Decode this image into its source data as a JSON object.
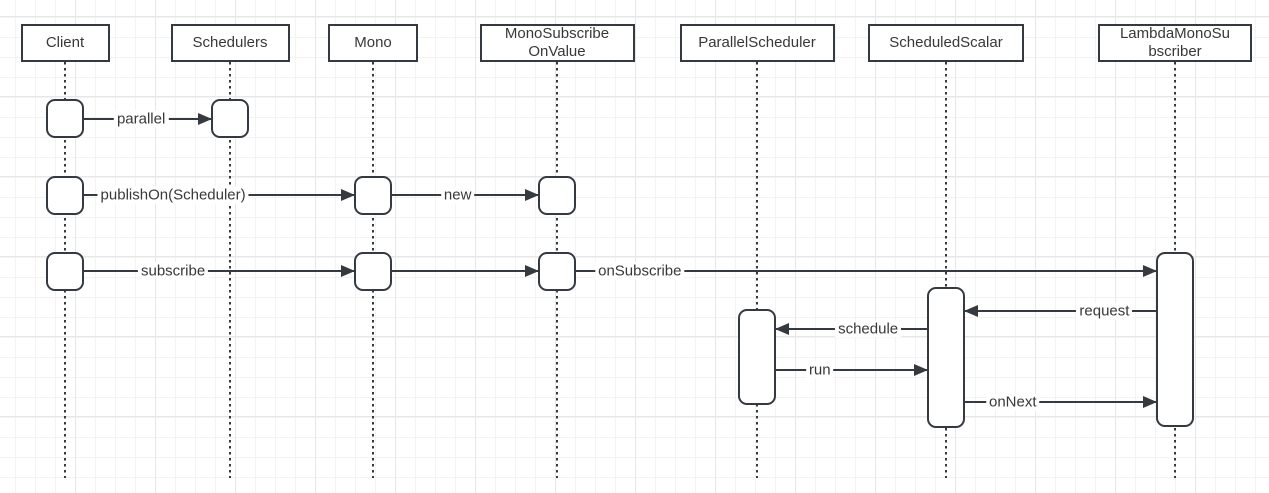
{
  "diagram": {
    "type": "uml-sequence-diagram",
    "participants": [
      {
        "id": "client",
        "label": "Client"
      },
      {
        "id": "schedulers",
        "label": "Schedulers"
      },
      {
        "id": "mono",
        "label": "Mono"
      },
      {
        "id": "monoSubscribeOnValue",
        "label": "MonoSubscribe\nOnValue"
      },
      {
        "id": "parallelScheduler",
        "label": "ParallelScheduler"
      },
      {
        "id": "scheduledScalar",
        "label": "ScheduledScalar"
      },
      {
        "id": "lambdaMonoSubscriber",
        "label": "LambdaMonoSu\nbscriber"
      }
    ],
    "messages": [
      {
        "from": "client",
        "to": "schedulers",
        "label": "parallel"
      },
      {
        "from": "client",
        "to": "mono",
        "label": "publishOn(Scheduler)"
      },
      {
        "from": "mono",
        "to": "monoSubscribeOnValue",
        "label": "new"
      },
      {
        "from": "client",
        "to": "mono",
        "label": "subscribe"
      },
      {
        "from": "mono",
        "to": "monoSubscribeOnValue",
        "label": ""
      },
      {
        "from": "monoSubscribeOnValue",
        "to": "lambdaMonoSubscriber",
        "label": "onSubscribe"
      },
      {
        "from": "lambdaMonoSubscriber",
        "to": "scheduledScalar",
        "label": "request"
      },
      {
        "from": "scheduledScalar",
        "to": "parallelScheduler",
        "label": "schedule"
      },
      {
        "from": "parallelScheduler",
        "to": "scheduledScalar",
        "label": "run"
      },
      {
        "from": "scheduledScalar",
        "to": "lambdaMonoSubscriber",
        "label": "onNext"
      }
    ],
    "colors": {
      "stroke": "#343a40",
      "text": "#383838",
      "background": "#ffffff",
      "grid_minor": "#f3f3f3",
      "grid_major": "#e7e7e7",
      "shape_fill": "#ffffff"
    }
  }
}
